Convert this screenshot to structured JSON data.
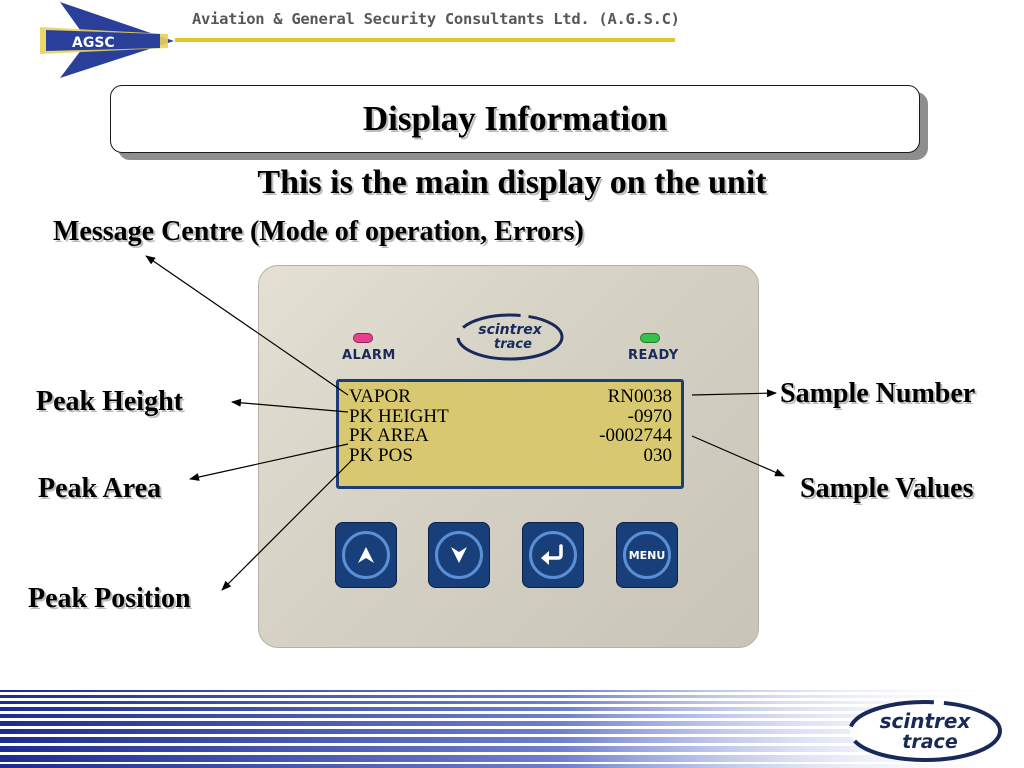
{
  "header": {
    "logo_text": "AGSC",
    "company_name": "Aviation & General Security Consultants Ltd. (A.G.S.C)"
  },
  "title": "Display Information",
  "subtitle": "This is the main display on the unit",
  "labels": {
    "message_centre": "Message Centre (Mode of operation, Errors)",
    "peak_height": "Peak Height",
    "peak_area": "Peak Area",
    "peak_position": "Peak Position",
    "sample_number": "Sample Number",
    "sample_values": "Sample Values"
  },
  "device": {
    "alarm_label": "ALARM",
    "ready_label": "READY",
    "brand_line1": "scintrex",
    "brand_line2": "trace",
    "lcd": {
      "rows": [
        {
          "left": "VAPOR",
          "right": "RN0038"
        },
        {
          "left": "PK HEIGHT",
          "right": "-0970"
        },
        {
          "left": "PK AREA",
          "right": "-0002744"
        },
        {
          "left": "PK POS",
          "right": "030"
        }
      ]
    },
    "buttons": {
      "up_icon": "up-arrow-icon",
      "down_icon": "down-arrow-icon",
      "enter_icon": "enter-return-icon",
      "menu_label": "MENU"
    },
    "colors": {
      "alarm_led": "#e6408f",
      "ready_led": "#35c24a",
      "lcd_background": "#d8c970",
      "button_blue": "#183f7a"
    }
  },
  "footer": {
    "brand_line1": "scintrex",
    "brand_line2": "trace"
  },
  "colors": {
    "accent_blue": "#2a3f9a",
    "header_rule": "#e2c72a"
  }
}
